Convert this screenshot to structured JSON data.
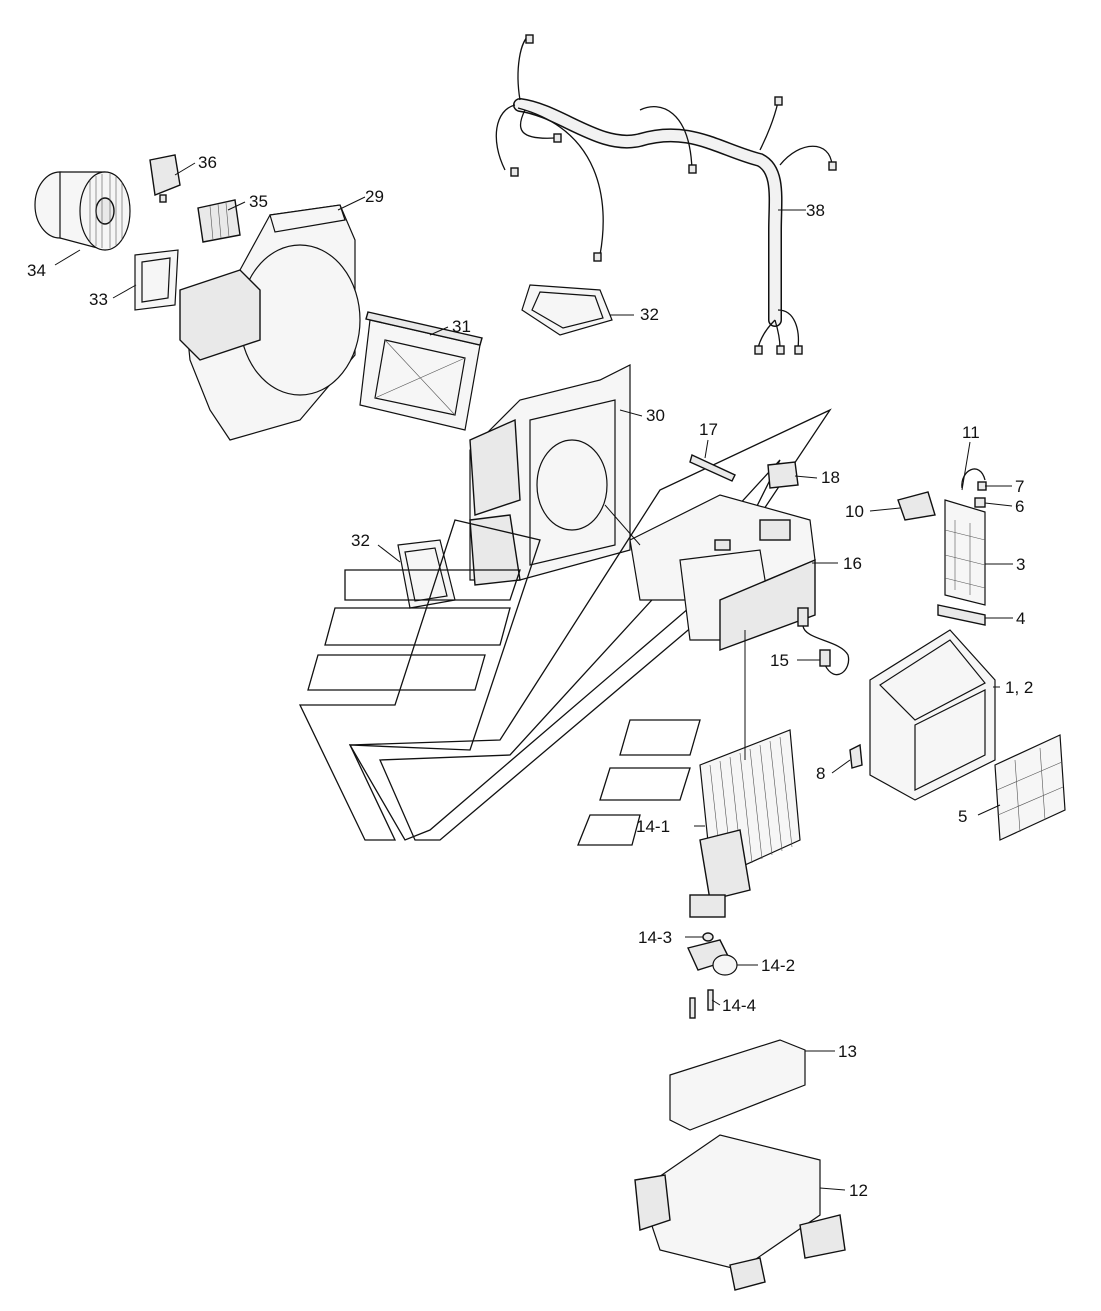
{
  "callouts": [
    {
      "id": "c38",
      "text": "38"
    },
    {
      "id": "c36",
      "text": "36"
    },
    {
      "id": "c35",
      "text": "35"
    },
    {
      "id": "c29",
      "text": "29"
    },
    {
      "id": "c34",
      "text": "34"
    },
    {
      "id": "c33",
      "text": "33"
    },
    {
      "id": "c32a",
      "text": "32"
    },
    {
      "id": "c31",
      "text": "31"
    },
    {
      "id": "c30",
      "text": "30"
    },
    {
      "id": "c17",
      "text": "17"
    },
    {
      "id": "c18",
      "text": "18"
    },
    {
      "id": "c11",
      "text": "11"
    },
    {
      "id": "c7",
      "text": "7"
    },
    {
      "id": "c6",
      "text": "6"
    },
    {
      "id": "c10",
      "text": "10"
    },
    {
      "id": "c32b",
      "text": "32"
    },
    {
      "id": "c16",
      "text": "16"
    },
    {
      "id": "c3",
      "text": "3"
    },
    {
      "id": "c4",
      "text": "4"
    },
    {
      "id": "c15",
      "text": "15"
    },
    {
      "id": "c12x",
      "text": "1, 2"
    },
    {
      "id": "c8",
      "text": "8"
    },
    {
      "id": "c5",
      "text": "5"
    },
    {
      "id": "c141",
      "text": "14-1"
    },
    {
      "id": "c143",
      "text": "14-3"
    },
    {
      "id": "c142",
      "text": "14-2"
    },
    {
      "id": "c144",
      "text": "14-4"
    },
    {
      "id": "c13",
      "text": "13"
    },
    {
      "id": "c12",
      "text": "12"
    }
  ]
}
